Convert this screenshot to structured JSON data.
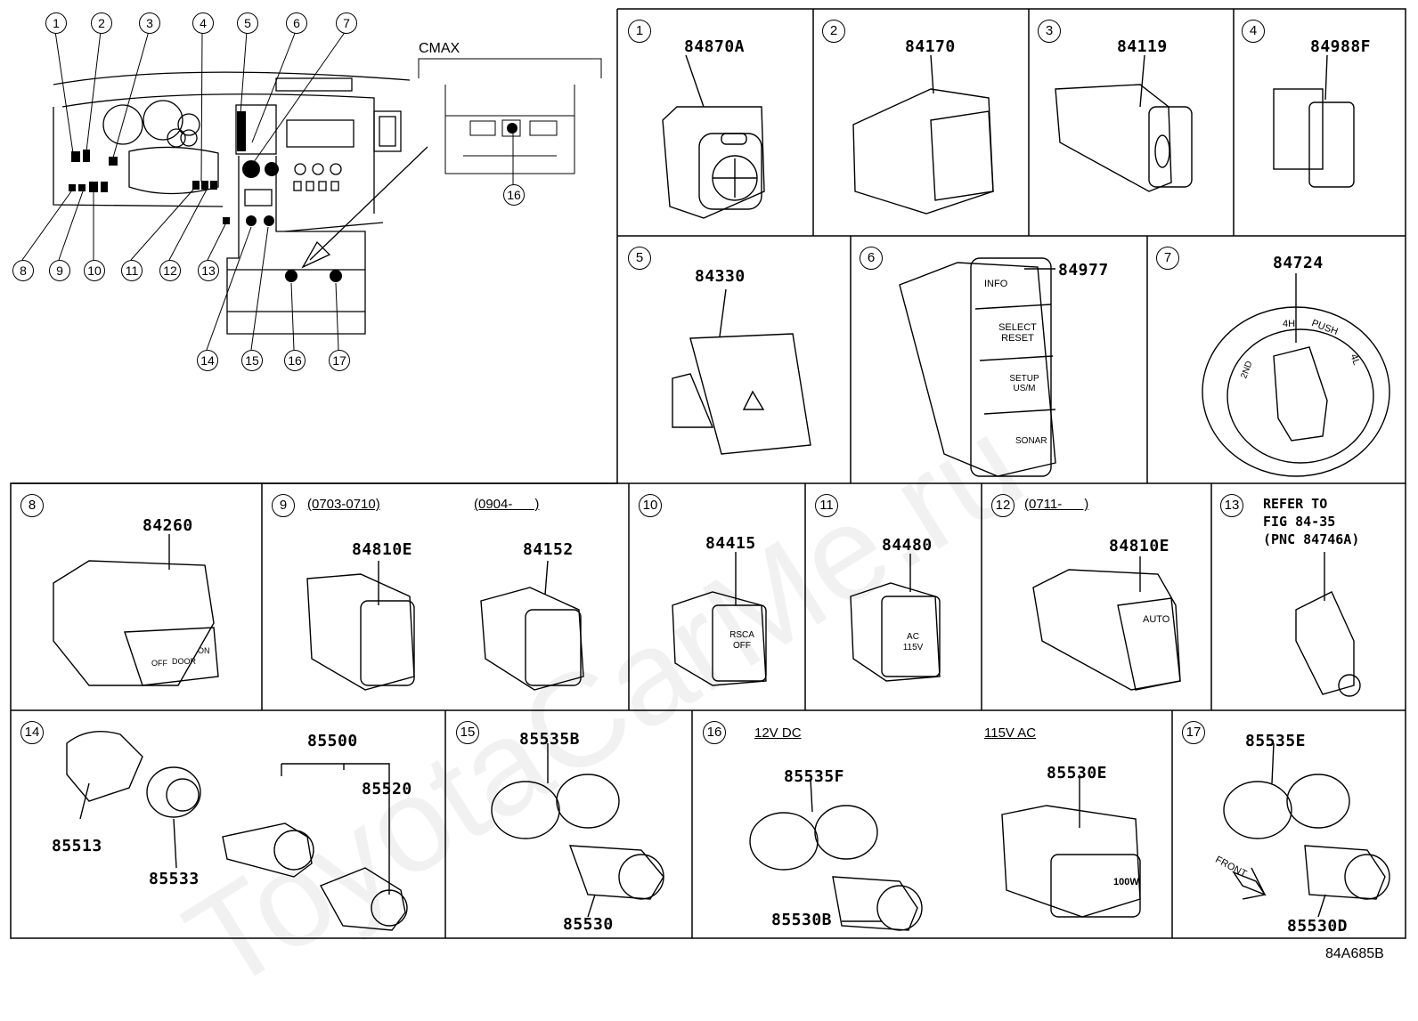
{
  "watermark": "ToyotaCarMe.ru",
  "figure_code": "84A685B",
  "overview": {
    "cmax_label": "CMAX",
    "callouts": [
      "1",
      "2",
      "3",
      "4",
      "5",
      "6",
      "7",
      "8",
      "9",
      "10",
      "11",
      "12",
      "13",
      "14",
      "15",
      "16",
      "17"
    ],
    "detail_callout": "16"
  },
  "cells": [
    {
      "num": "1",
      "parts": [
        "84870A"
      ]
    },
    {
      "num": "2",
      "parts": [
        "84170"
      ]
    },
    {
      "num": "3",
      "parts": [
        "84119"
      ]
    },
    {
      "num": "4",
      "parts": [
        "84988F"
      ]
    },
    {
      "num": "5",
      "parts": [
        "84330"
      ]
    },
    {
      "num": "6",
      "parts": [
        "84977"
      ],
      "labels": [
        "INFO",
        "SELECT RESET",
        "SETUP US/M",
        "SONAR"
      ]
    },
    {
      "num": "7",
      "parts": [
        "84724"
      ],
      "labels": [
        "2ND",
        "4H",
        "PUSH",
        "4L"
      ]
    },
    {
      "num": "8",
      "parts": [
        "84260"
      ],
      "labels": [
        "OFF",
        "DOOR",
        "ON"
      ]
    },
    {
      "num": "9",
      "parts": [
        "84810E",
        "84152"
      ],
      "notes": [
        "(0703-0710)",
        "(0904-      )"
      ]
    },
    {
      "num": "10",
      "parts": [
        "84415"
      ],
      "labels": [
        "RSCA OFF"
      ]
    },
    {
      "num": "11",
      "parts": [
        "84480"
      ],
      "labels": [
        "AC 115V"
      ]
    },
    {
      "num": "12",
      "parts": [
        "84810E"
      ],
      "notes": [
        "(0711-      )"
      ],
      "labels": [
        "AUTO"
      ]
    },
    {
      "num": "13",
      "refer": [
        "REFER TO",
        "FIG 84-35",
        "(PNC 84746A)"
      ]
    },
    {
      "num": "14",
      "parts": [
        "85500",
        "85520",
        "85513",
        "85533"
      ]
    },
    {
      "num": "15",
      "parts": [
        "85535B",
        "85530"
      ]
    },
    {
      "num": "16",
      "parts": [
        "85535F",
        "85530B",
        "85530E"
      ],
      "notes": [
        "12V DC",
        "115V AC"
      ],
      "labels": [
        "100W"
      ]
    },
    {
      "num": "17",
      "parts": [
        "85535E",
        "85530D"
      ],
      "labels": [
        "FRONT"
      ]
    }
  ]
}
